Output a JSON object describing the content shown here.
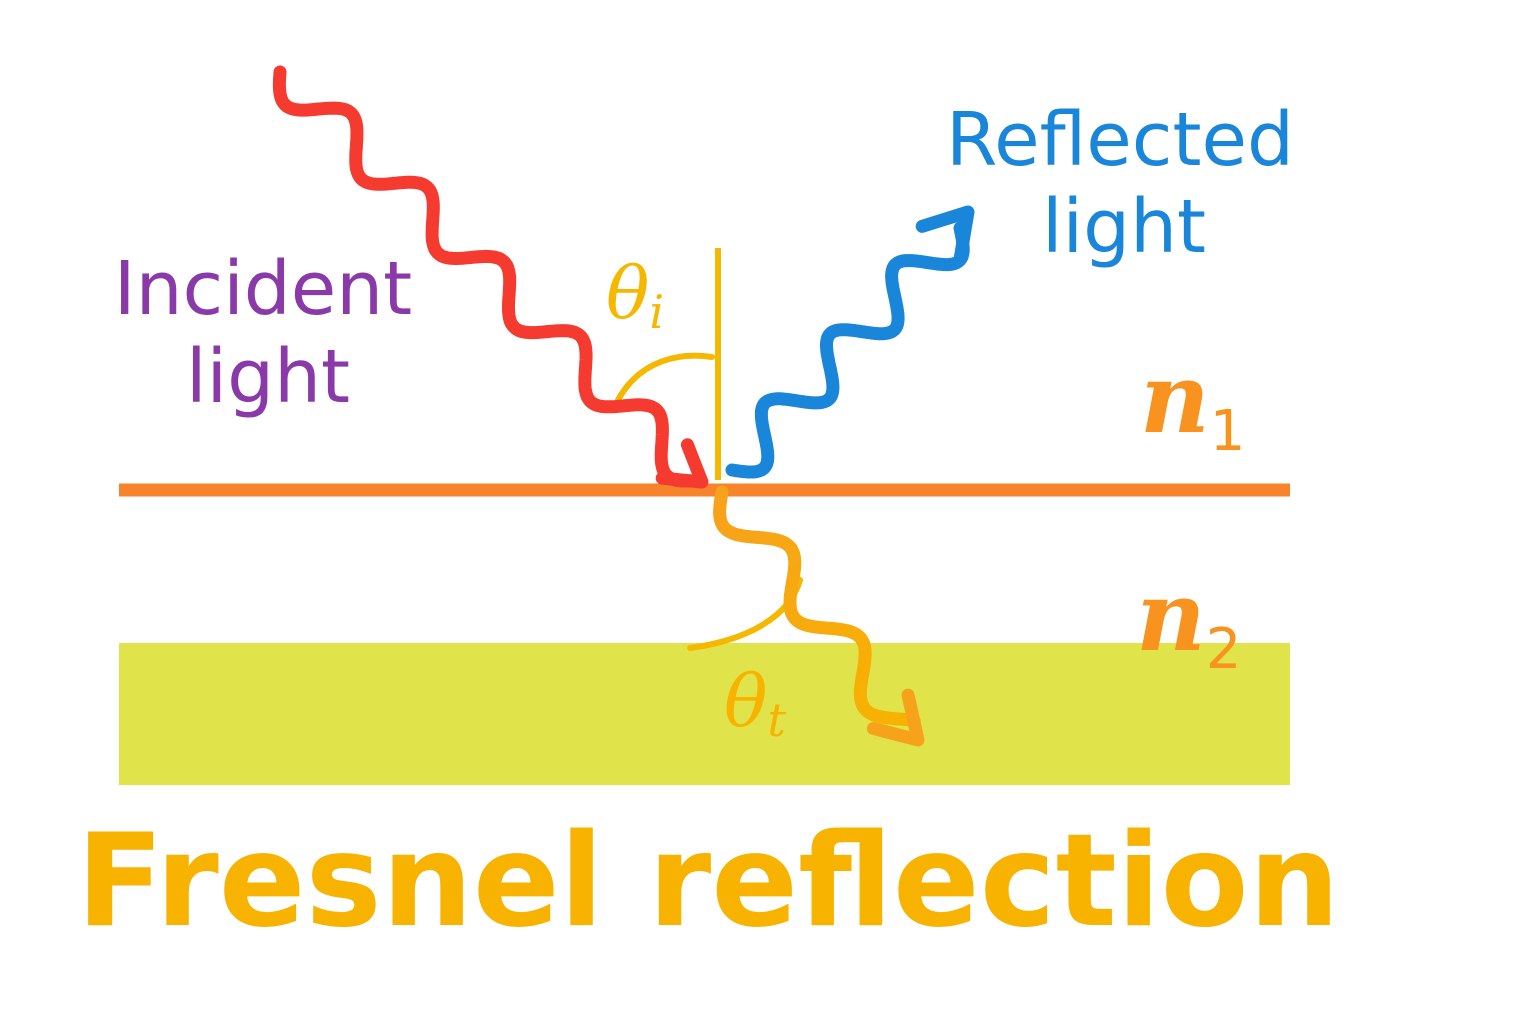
{
  "diagram": {
    "incident_label": [
      "Incident",
      "light"
    ],
    "reflected_label": [
      "Reflected",
      "light"
    ],
    "theta_i": {
      "symbol": "θ",
      "sub": "i"
    },
    "theta_t": {
      "symbol": "θ",
      "sub": "t"
    },
    "n1": {
      "symbol": "n",
      "sub": "1"
    },
    "n2": {
      "symbol": "n",
      "sub": "2"
    },
    "title": "Fresnel reflection"
  },
  "colors": {
    "incident": "#f53a2f",
    "reflected": "#1a86d9",
    "transmitted": "#f7a21b",
    "interface": "#f7832a",
    "normal": "#f5b800",
    "angle_arc": "#f5b800",
    "medium2": "#e1e34a",
    "incident_text": "#8a3aa8",
    "reflected_text": "#1a86d9",
    "n_text": "#f7931e",
    "title": "#f7b300"
  }
}
